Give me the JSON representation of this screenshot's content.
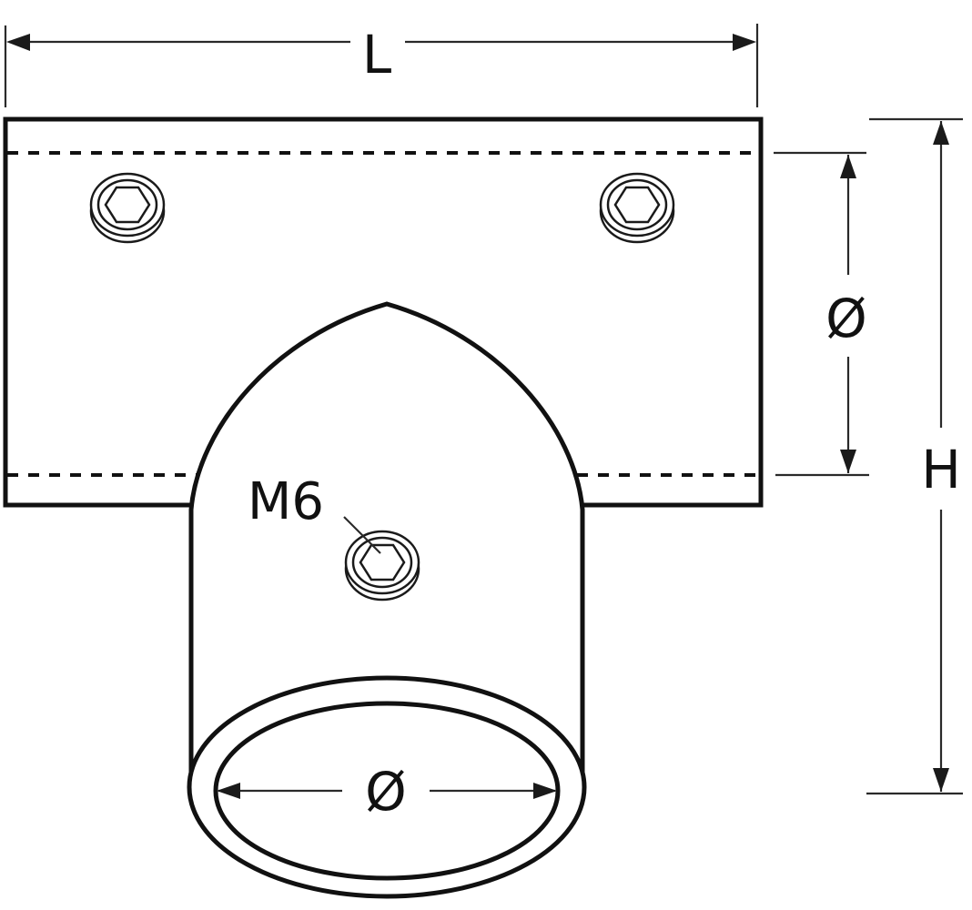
{
  "diagram": {
    "type": "technical-drawing",
    "subject": "Tee pipe fitting (90° tee, top view with dimension callouts)",
    "colors": {
      "line": "#111111",
      "background": "#ffffff"
    },
    "dimensions": {
      "length_label": "L",
      "height_label": "H",
      "main_tube_diameter_label": "Ø",
      "branch_tube_diameter_label": "Ø"
    },
    "fasteners": {
      "count": 3,
      "type": "hex socket set screw",
      "callout_label": "M6"
    }
  }
}
